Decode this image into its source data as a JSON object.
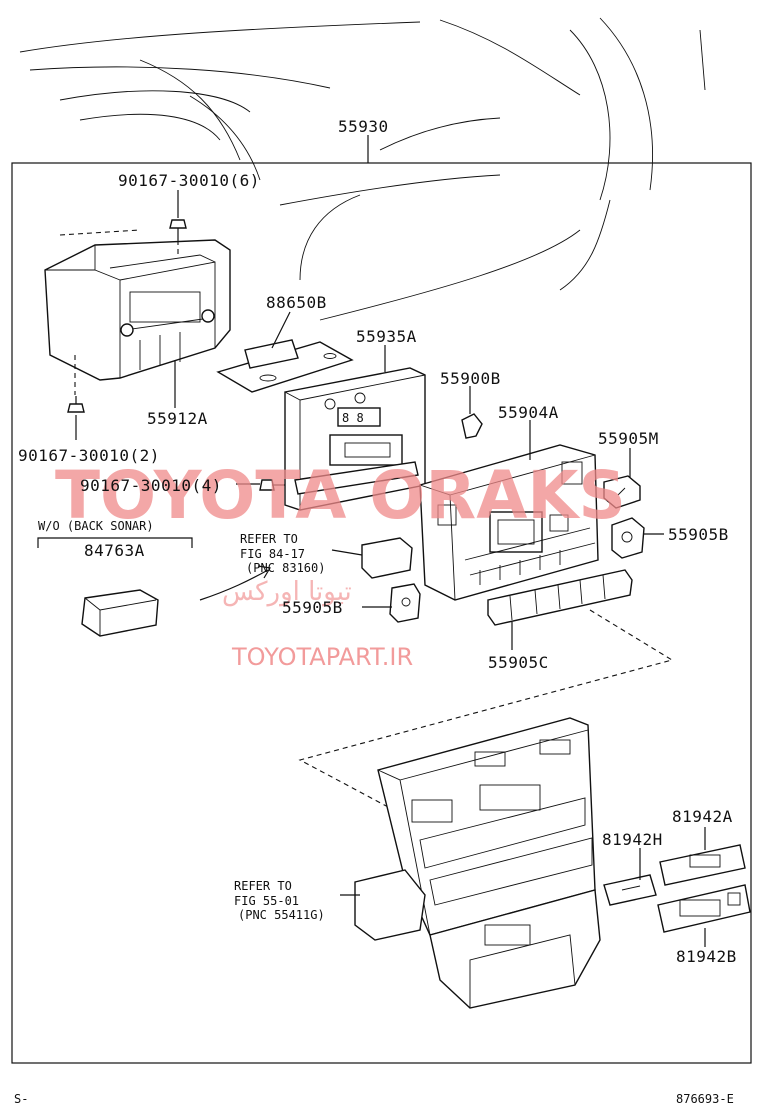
{
  "labels": {
    "p55930": "55930",
    "p90167_6": "90167-30010(6)",
    "p88650b": "88650B",
    "p55935a": "55935A",
    "p55900b": "55900B",
    "p55912a": "55912A",
    "p90167_2": "90167-30010(2)",
    "p55904a": "55904A",
    "p55905m": "55905M",
    "p90167_4": "90167-30010(4)",
    "p55905b_right": "55905B",
    "p84763a": "84763A",
    "p55905b_mid": "55905B",
    "p55905c": "55905C",
    "p81942a": "81942A",
    "p81942h": "81942H",
    "p81942b": "81942B"
  },
  "notes": {
    "wo_back_sonar": "W/O (BACK SONAR)",
    "refer1_line1": "REFER TO",
    "refer1_line2": "FIG 84-17",
    "refer1_line3": "(PNC 83160)",
    "refer2_line1": "REFER TO",
    "refer2_line2": "FIG 55-01",
    "refer2_line3": "(PNC 55411G)"
  },
  "watermark": {
    "brand": "TOYOTA ORAKS",
    "persian": "تیوتا اورکس",
    "site": "TOYOTAPART.IR"
  },
  "footer": {
    "left": "S-",
    "right": "876693-E"
  },
  "colors": {
    "line": "#111111",
    "watermark": "#f08a8a"
  }
}
